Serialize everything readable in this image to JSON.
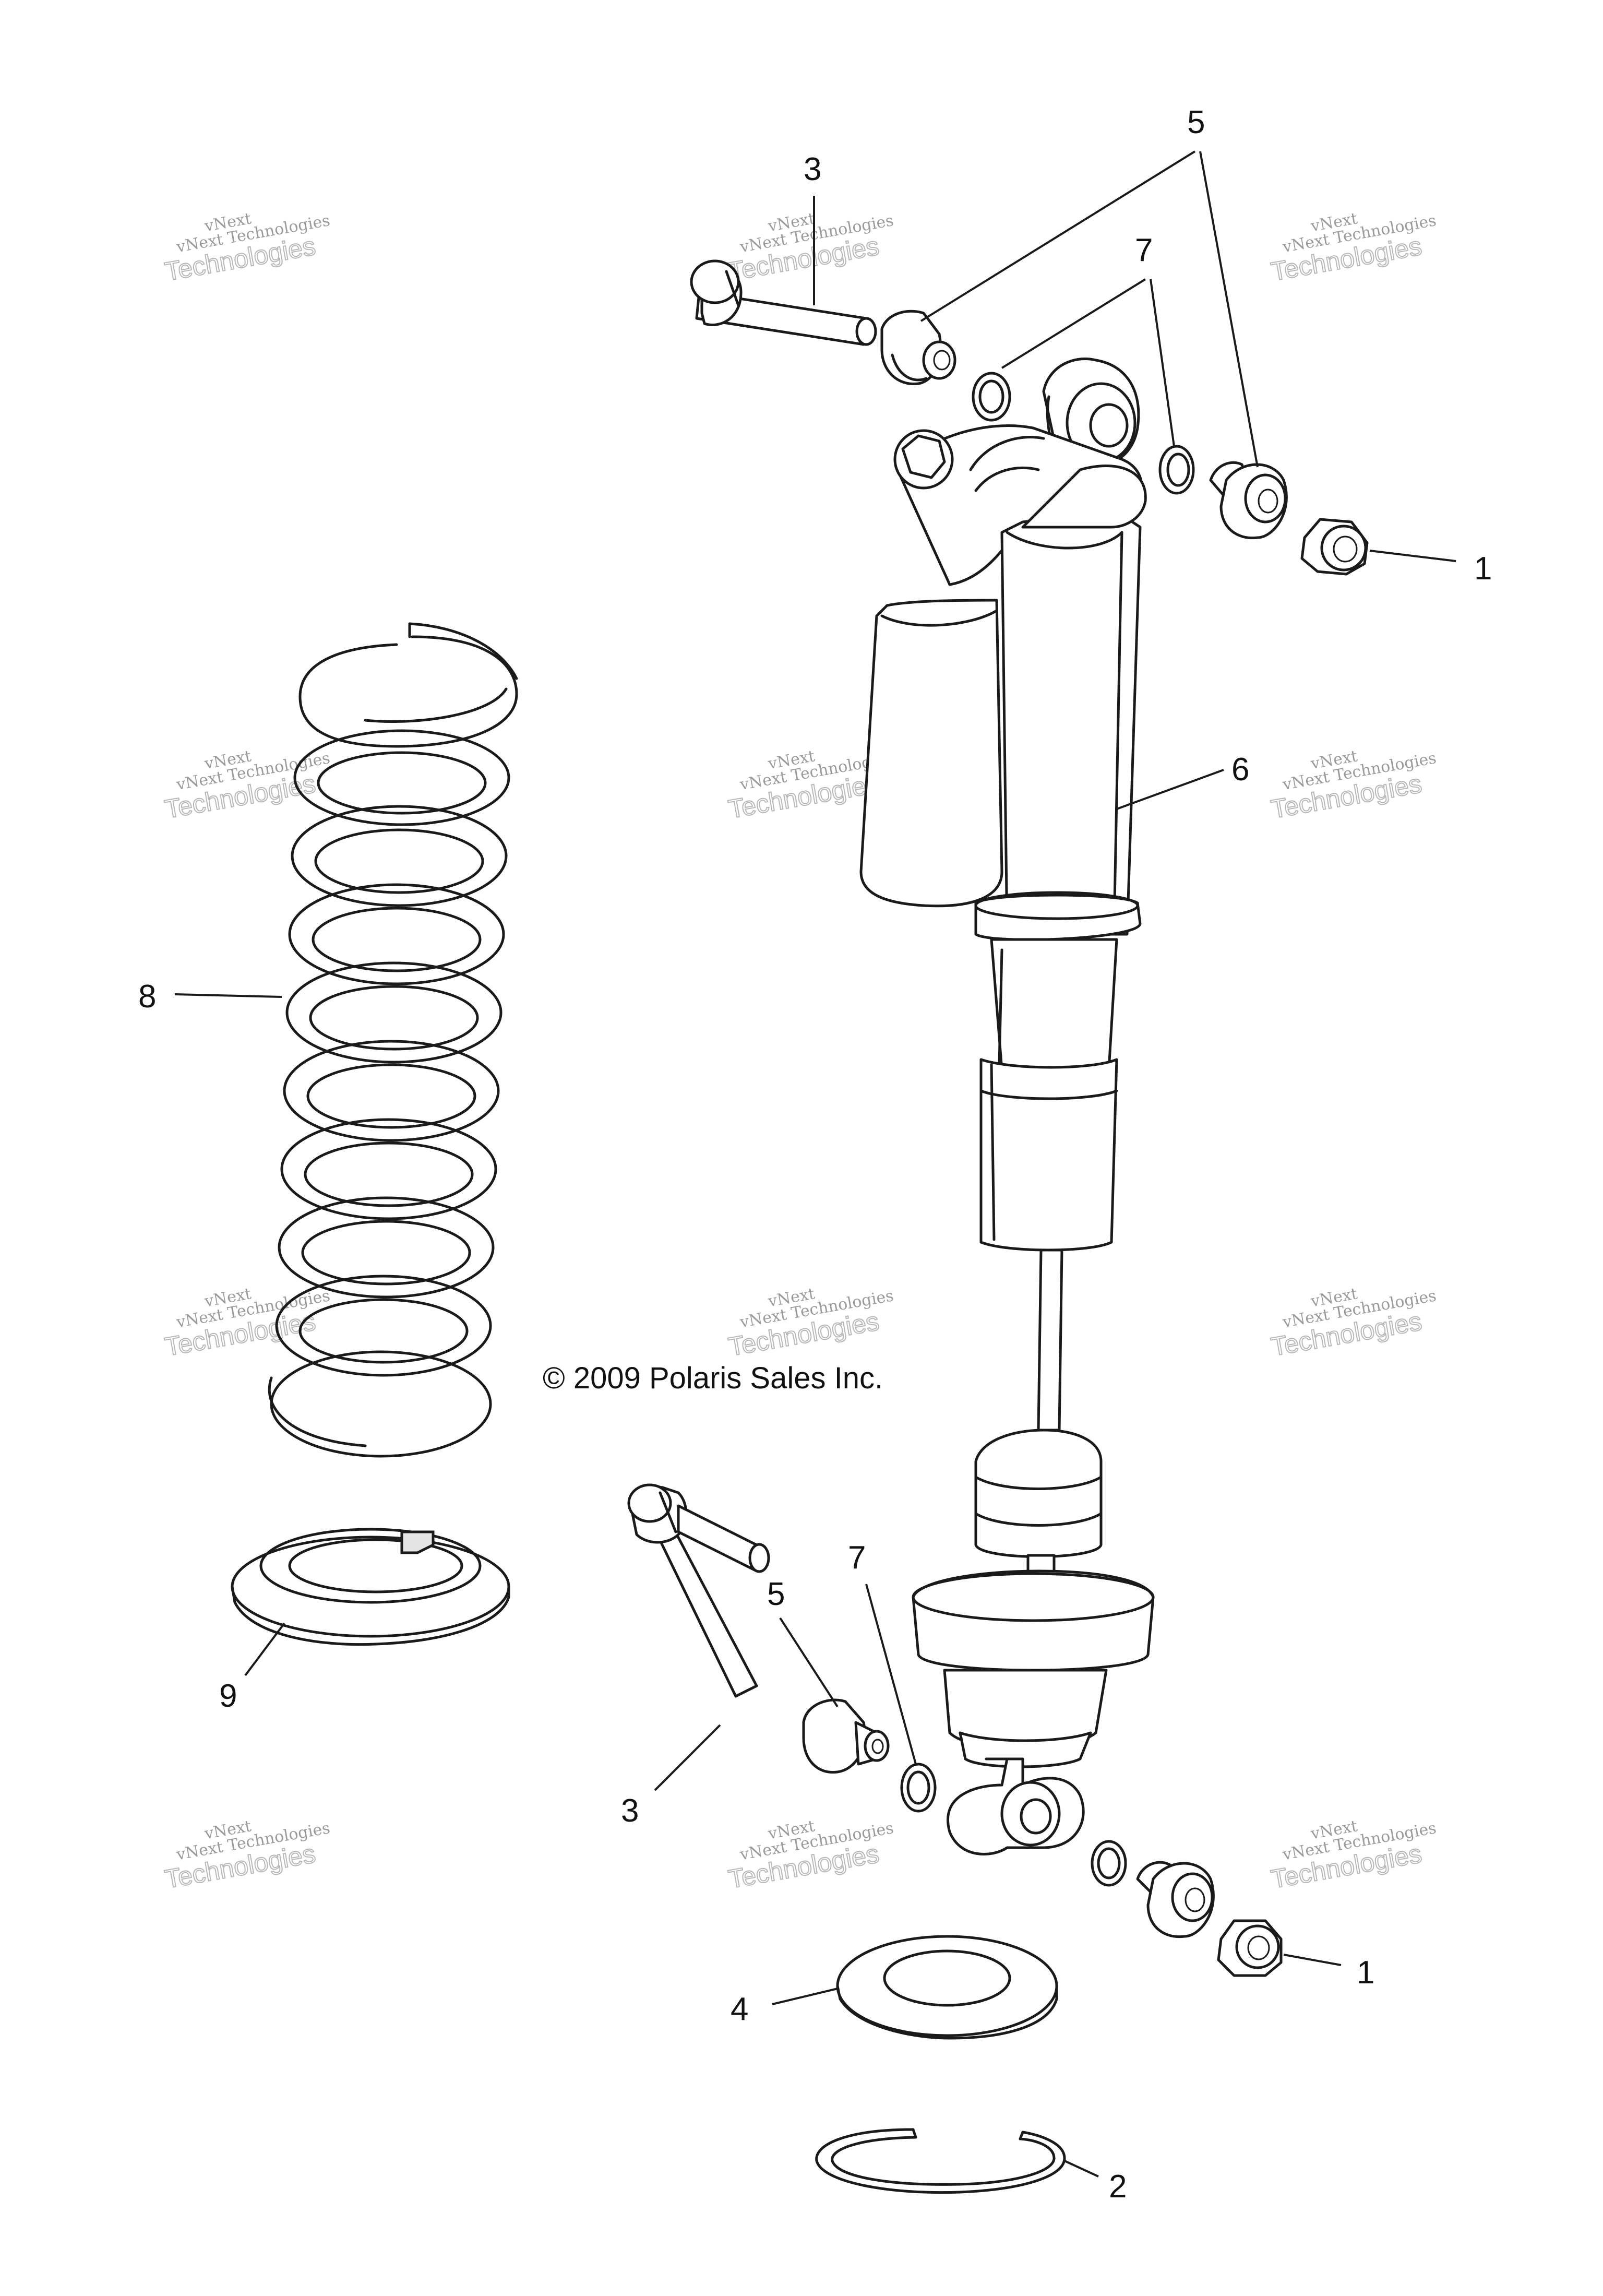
{
  "diagram": {
    "copyright": "© 2009 Polaris Sales Inc.",
    "watermark": {
      "line1": "vNext Technologies",
      "line2": "Technologies",
      "small": "vNext"
    },
    "callouts": [
      {
        "id": "1",
        "label": "1"
      },
      {
        "id": "1",
        "label": "1"
      },
      {
        "id": "2",
        "label": "2"
      },
      {
        "id": "3",
        "label": "3"
      },
      {
        "id": "3",
        "label": "3"
      },
      {
        "id": "4",
        "label": "4"
      },
      {
        "id": "5",
        "label": "5"
      },
      {
        "id": "5",
        "label": "5"
      },
      {
        "id": "6",
        "label": "6"
      },
      {
        "id": "7",
        "label": "7"
      },
      {
        "id": "7",
        "label": "7"
      },
      {
        "id": "8",
        "label": "8"
      },
      {
        "id": "9",
        "label": "9"
      }
    ]
  }
}
